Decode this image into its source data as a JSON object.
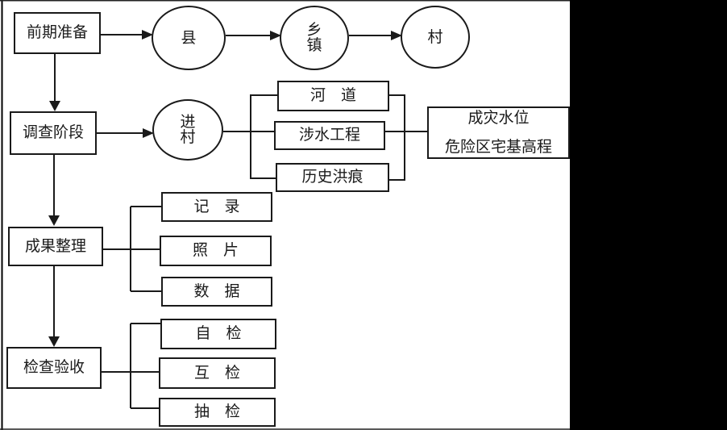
{
  "colors": {
    "background": "#000000",
    "paper": "#ffffff",
    "line": "#1a1a1a"
  },
  "nodes": {
    "prep": "前期准备",
    "county": "县",
    "township_line1": "乡",
    "township_line2": "镇",
    "village": "村",
    "survey": "调查阶段",
    "enter_line1": "进",
    "enter_line2": "村",
    "river": "河　道",
    "waterworks": "涉水工程",
    "flood_marks": "历史洪痕",
    "output_line1": "成灾水位",
    "output_line2": "危险区宅基高程",
    "results": "成果整理",
    "records": "记　录",
    "photos": "照　片",
    "data": "数　据",
    "check": "检查验收",
    "self_check": "自　检",
    "mutual_check": "互　检",
    "spot_check": "抽　检"
  }
}
